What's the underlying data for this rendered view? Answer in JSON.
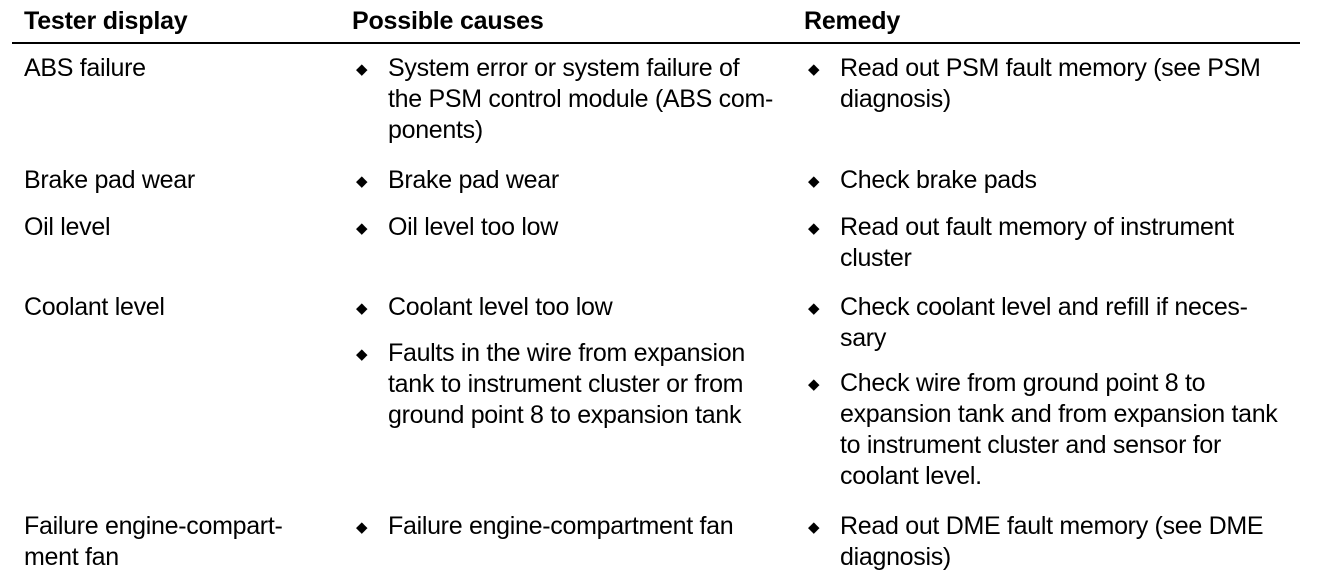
{
  "headers": {
    "col1": "Tester display",
    "col2": "Possible causes",
    "col3": "Remedy"
  },
  "bullet_glyph": "◆",
  "rows": [
    {
      "display": [
        "ABS failure"
      ],
      "causes": [
        [
          "System error or system failure of",
          "the PSM control module (ABS com-",
          "ponents)"
        ]
      ],
      "remedies": [
        [
          "Read out PSM fault memory (see PSM",
          "diagnosis)"
        ]
      ]
    },
    {
      "display": [
        "Brake pad wear"
      ],
      "causes": [
        [
          "Brake pad wear"
        ]
      ],
      "remedies": [
        [
          "Check brake pads"
        ]
      ]
    },
    {
      "display": [
        "Oil level"
      ],
      "causes": [
        [
          "Oil level too low"
        ]
      ],
      "remedies": [
        [
          "Read out fault memory of instrument",
          "cluster"
        ]
      ]
    },
    {
      "display": [
        "Coolant level"
      ],
      "causes": [
        [
          "Coolant level too low"
        ],
        [
          "Faults in the wire from expansion",
          "tank to instrument cluster or from",
          "ground point 8 to expansion tank"
        ]
      ],
      "remedies": [
        [
          "Check coolant level and refill if neces-",
          "sary"
        ],
        [
          "Check wire from ground point 8 to",
          "expansion tank and from expansion tank",
          "to instrument cluster and sensor for",
          "coolant level."
        ]
      ]
    },
    {
      "display": [
        "Failure engine-compart-",
        "ment fan"
      ],
      "causes": [
        [
          "Failure engine-compartment fan"
        ]
      ],
      "remedies": [
        [
          "Read out DME fault memory (see DME",
          "diagnosis)"
        ]
      ]
    }
  ]
}
